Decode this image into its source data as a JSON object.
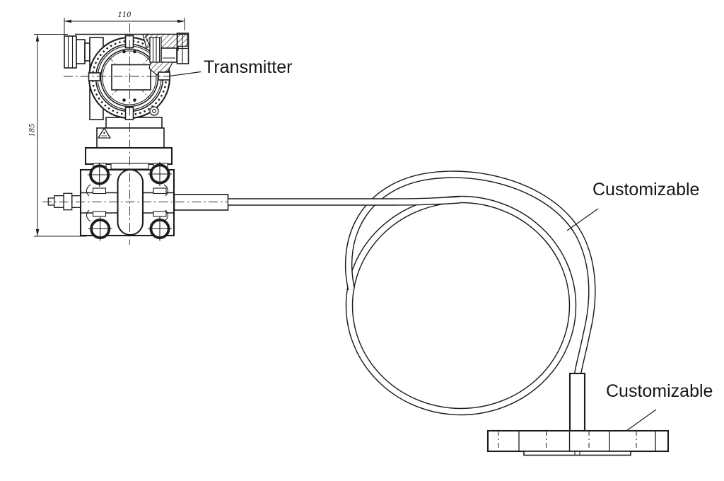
{
  "colors": {
    "line": "#1d1d1d",
    "background": "#ffffff"
  },
  "labels": {
    "transmitter": "Transmitter",
    "capillary": "Customizable",
    "flange": "Customizable"
  },
  "dimensions": {
    "width": "110",
    "height": "185"
  },
  "icons": {
    "ex_warning": "ex-warning-triangle"
  }
}
